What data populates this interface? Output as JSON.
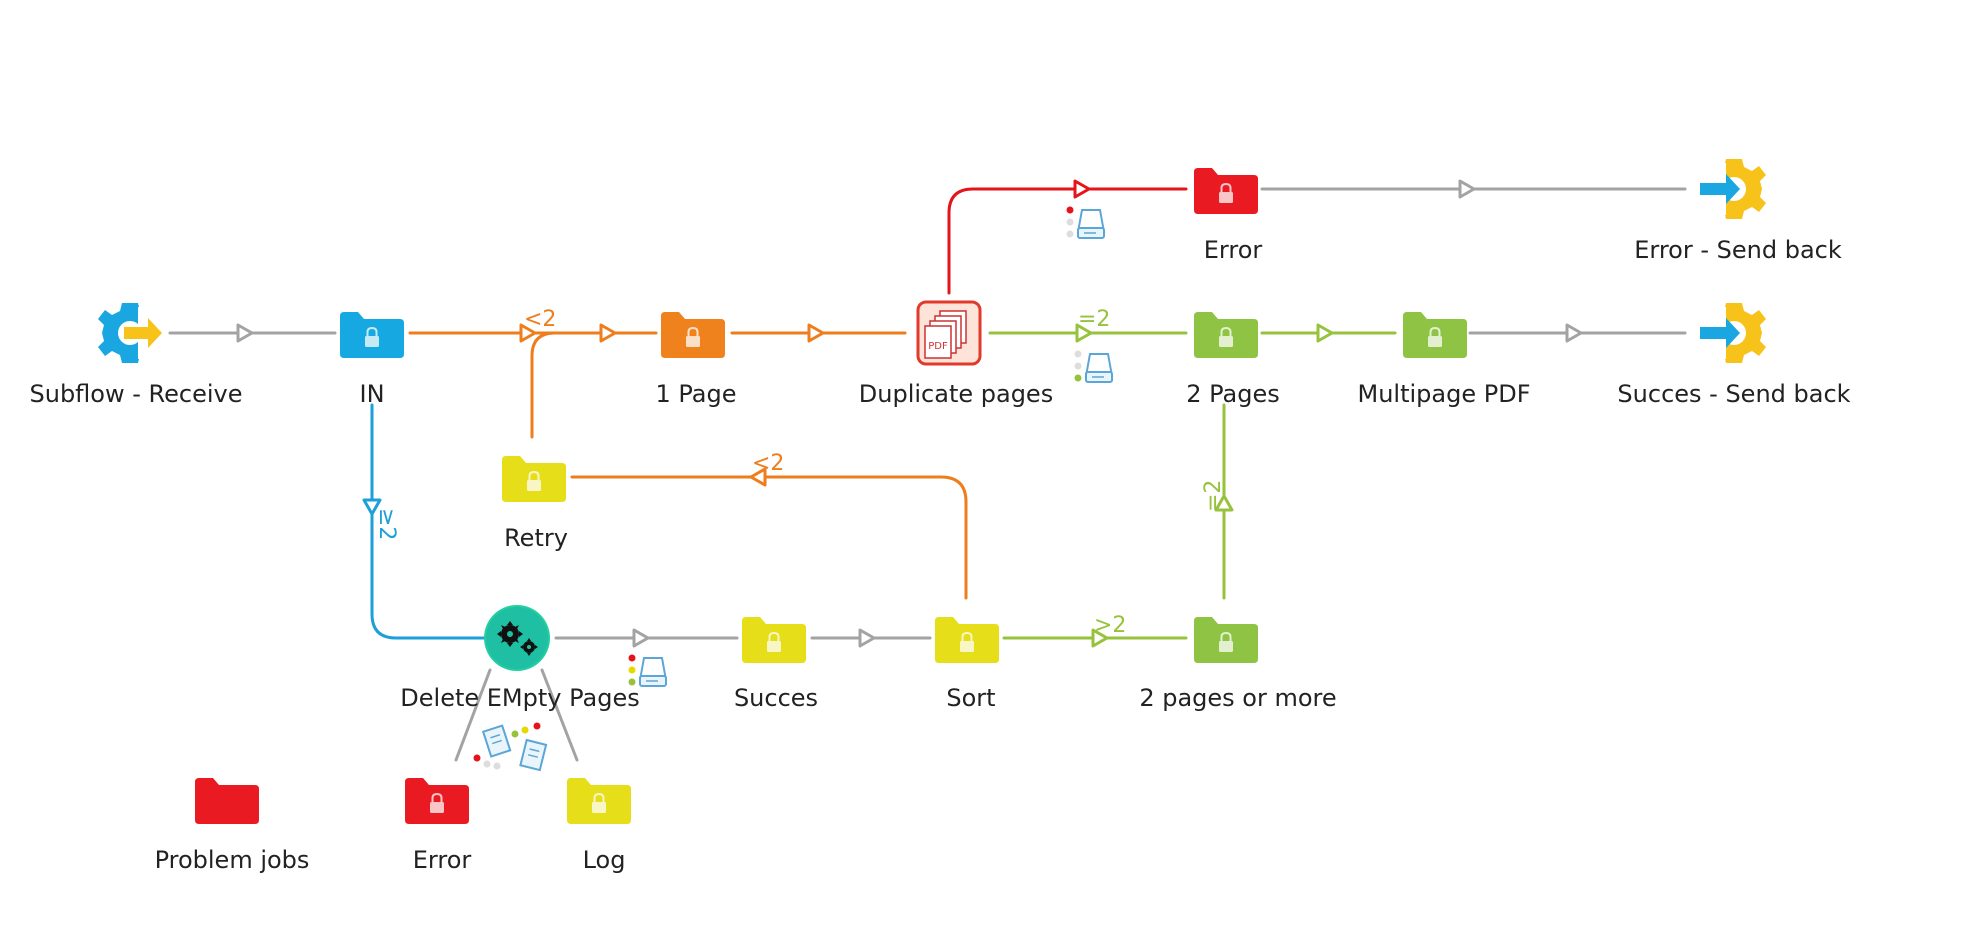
{
  "colors": {
    "gray": "#a3a3a3",
    "orange": "#ee7d1c",
    "red": "#e5141b",
    "green": "#97c23b",
    "blue": "#1da0d8",
    "yellow": "#e6d900",
    "folder_blue": "#16a9e1",
    "folder_orange": "#f0821e",
    "folder_red": "#ea1a22",
    "folder_green": "#8fc343",
    "folder_yellow": "#e5de18",
    "gear_blue": "#1aa6e0",
    "gear_yellow": "#f7c21a"
  },
  "nodes": {
    "subflow_receive": "Subflow - Receive",
    "in": "IN",
    "one_page": "1 Page",
    "duplicate_pages": "Duplicate pages",
    "two_pages": "2 Pages",
    "multipage_pdf": "Multipage PDF",
    "succes_send_back": "Succes - Send back",
    "error_top": "Error",
    "error_send_back": "Error - Send back",
    "retry": "Retry",
    "delete_empty_pages": "Delete EMpty Pages",
    "succes": "Succes",
    "sort": "Sort",
    "two_pages_or_more": "2 pages or more",
    "problem_jobs": "Problem jobs",
    "error_bottom": "Error",
    "log": "Log"
  },
  "conditions": {
    "in_to_1page": "<2",
    "dup_to_2pages": "=2",
    "sort_to_retry": "<2",
    "sort_to_2more": ">2",
    "two_more_to_2pages": "=2",
    "in_to_delete": "≥2"
  },
  "icons": {
    "folder": "folder-lock-icon",
    "gear_in": "subflow-gear-in-icon",
    "gear_out": "subflow-gear-out-icon",
    "pdf": "pdf-pages-icon",
    "script": "script-gears-icon",
    "disk": "disk-drive-icon"
  }
}
